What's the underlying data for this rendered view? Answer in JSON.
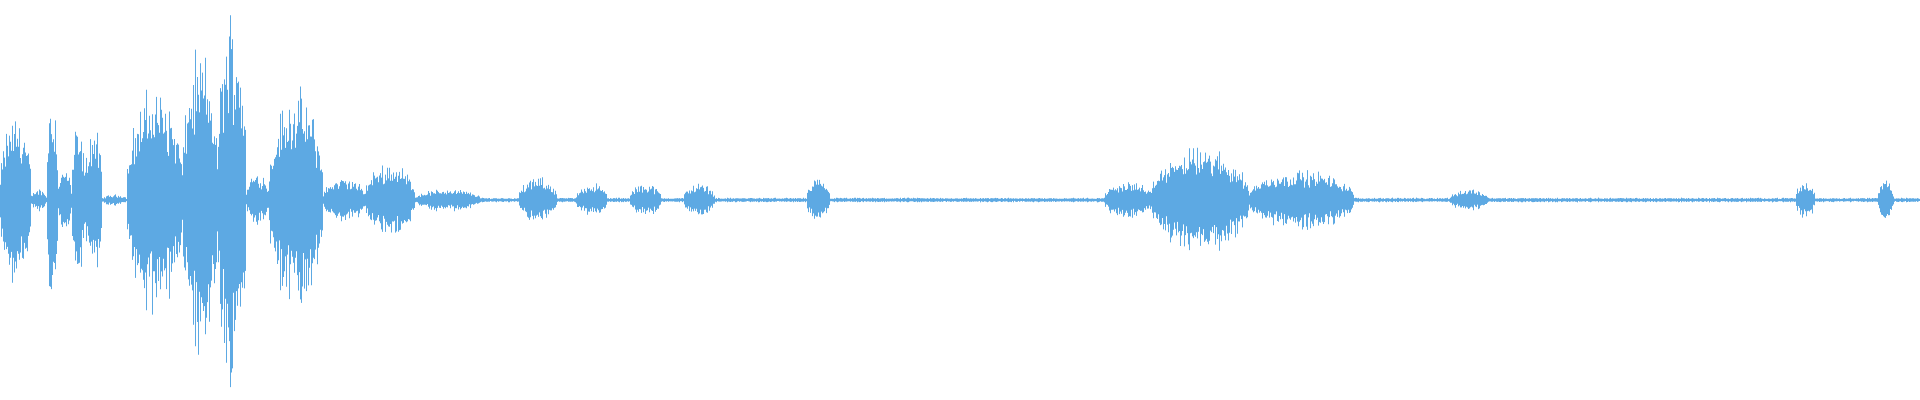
{
  "waveform": {
    "color": "#5da9e3",
    "background": "#ffffff",
    "segments": [
      {
        "start": 0.0,
        "end": 0.016,
        "amp": 0.46
      },
      {
        "start": 0.016,
        "end": 0.024,
        "amp": 0.06
      },
      {
        "start": 0.024,
        "end": 0.03,
        "amp": 0.6
      },
      {
        "start": 0.03,
        "end": 0.037,
        "amp": 0.18
      },
      {
        "start": 0.037,
        "end": 0.044,
        "amp": 0.4
      },
      {
        "start": 0.044,
        "end": 0.053,
        "amp": 0.4
      },
      {
        "start": 0.053,
        "end": 0.066,
        "amp": 0.03
      },
      {
        "start": 0.066,
        "end": 0.095,
        "amp": 0.6
      },
      {
        "start": 0.095,
        "end": 0.113,
        "amp": 0.8
      },
      {
        "start": 0.113,
        "end": 0.128,
        "amp": 1.0
      },
      {
        "start": 0.128,
        "end": 0.14,
        "amp": 0.15
      },
      {
        "start": 0.14,
        "end": 0.168,
        "amp": 0.58
      },
      {
        "start": 0.168,
        "end": 0.19,
        "amp": 0.12
      },
      {
        "start": 0.19,
        "end": 0.216,
        "amp": 0.2
      },
      {
        "start": 0.216,
        "end": 0.25,
        "amp": 0.06
      },
      {
        "start": 0.27,
        "end": 0.29,
        "amp": 0.12
      },
      {
        "start": 0.3,
        "end": 0.316,
        "amp": 0.09
      },
      {
        "start": 0.328,
        "end": 0.344,
        "amp": 0.09
      },
      {
        "start": 0.356,
        "end": 0.372,
        "amp": 0.09
      },
      {
        "start": 0.42,
        "end": 0.432,
        "amp": 0.11
      },
      {
        "start": 0.575,
        "end": 0.6,
        "amp": 0.1
      },
      {
        "start": 0.6,
        "end": 0.65,
        "amp": 0.28
      },
      {
        "start": 0.65,
        "end": 0.705,
        "amp": 0.16
      },
      {
        "start": 0.755,
        "end": 0.775,
        "amp": 0.06
      },
      {
        "start": 0.935,
        "end": 0.945,
        "amp": 0.1
      },
      {
        "start": 0.978,
        "end": 0.986,
        "amp": 0.12
      }
    ]
  }
}
